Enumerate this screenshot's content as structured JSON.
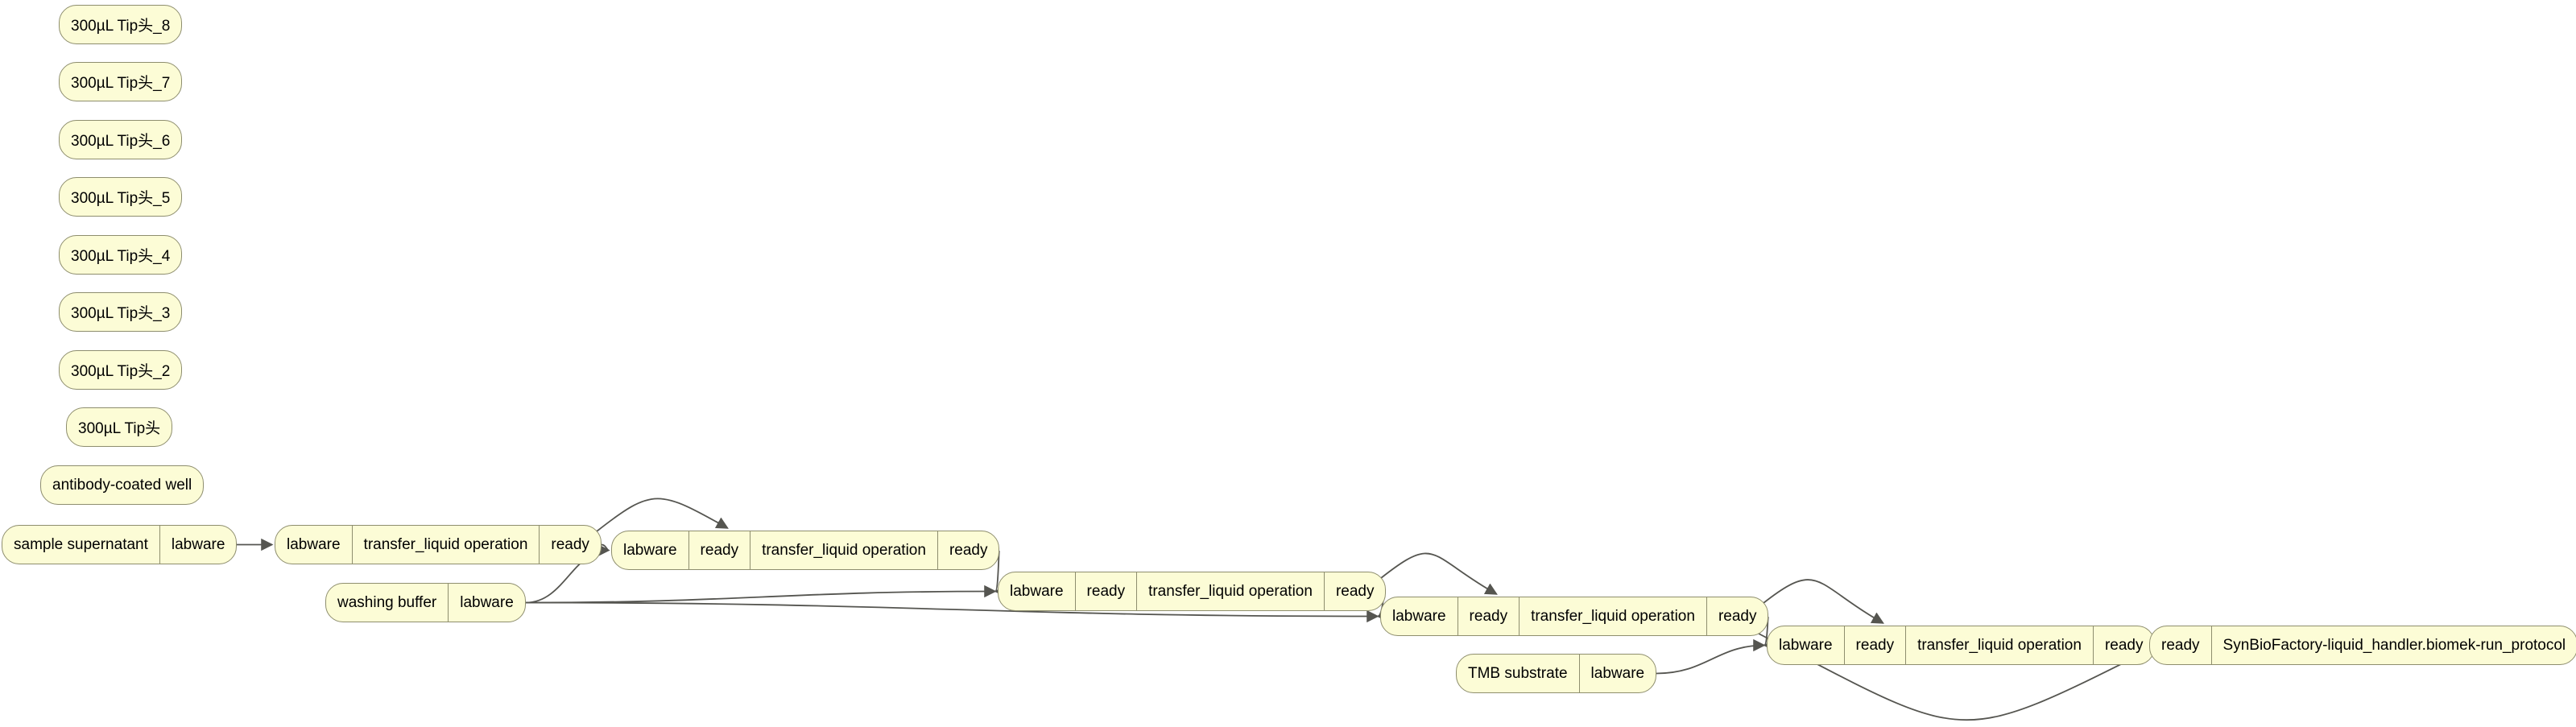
{
  "diagram_title": "liquid-handler protocol dependency graph",
  "colors": {
    "node_fill": "#FCFCD6",
    "node_border": "#8E8E6E",
    "edge": "#555550",
    "text": "#000000",
    "background": "#FFFFFF"
  },
  "nodes": {
    "tip8": {
      "cells": [
        "300µL Tip头_8"
      ]
    },
    "tip7": {
      "cells": [
        "300µL Tip头_7"
      ]
    },
    "tip6": {
      "cells": [
        "300µL Tip头_6"
      ]
    },
    "tip5": {
      "cells": [
        "300µL Tip头_5"
      ]
    },
    "tip4": {
      "cells": [
        "300µL Tip头_4"
      ]
    },
    "tip3": {
      "cells": [
        "300µL Tip头_3"
      ]
    },
    "tip2": {
      "cells": [
        "300µL Tip头_2"
      ]
    },
    "tip1": {
      "cells": [
        "300µL Tip头"
      ]
    },
    "antibody": {
      "cells": [
        "antibody-coated well"
      ]
    },
    "sample": {
      "cells": [
        "sample supernatant",
        "labware"
      ]
    },
    "opA": {
      "cells": [
        "labware",
        "transfer_liquid operation",
        "ready"
      ]
    },
    "opB": {
      "cells": [
        "labware",
        "ready",
        "transfer_liquid operation",
        "ready"
      ]
    },
    "washing": {
      "cells": [
        "washing buffer",
        "labware"
      ]
    },
    "opC": {
      "cells": [
        "labware",
        "ready",
        "transfer_liquid operation",
        "ready"
      ]
    },
    "opD": {
      "cells": [
        "labware",
        "ready",
        "transfer_liquid operation",
        "ready"
      ]
    },
    "tmb": {
      "cells": [
        "TMB substrate",
        "labware"
      ]
    },
    "opE": {
      "cells": [
        "labware",
        "ready",
        "transfer_liquid operation",
        "ready"
      ]
    },
    "final": {
      "cells": [
        "ready",
        "SynBioFactory-liquid_handler.biomek-run_protocol"
      ]
    }
  }
}
